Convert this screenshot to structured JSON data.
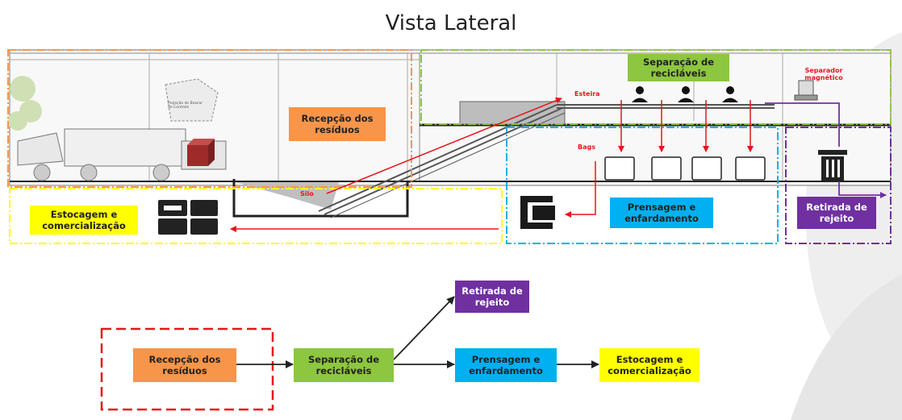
{
  "title": "Vista Lateral",
  "colors": {
    "orange": "#f7954a",
    "green": "#8dc63f",
    "blue": "#00b0f0",
    "purple": "#7030a0",
    "yellow": "#ffff00",
    "red": "#e8141b",
    "dark": "#262626"
  },
  "side_view": {
    "recepcao_label": "Recepção dos resíduos",
    "separacao_label": "Separação de recicláveis",
    "estocagem_label": "Estocagem e comercialização",
    "prensagem_label": "Prensagem e enfardamento",
    "retirada_label": "Retirada de rejeito",
    "esteira_label": "Esteira",
    "bags_label": "Bags",
    "silo_label": "Silo",
    "separador_label": "Separador magnético",
    "note_label": "Projeção do Boxcar de Controle"
  },
  "flow": {
    "recepcao": "Recepção dos resíduos",
    "separacao": "Separação de recicláveis",
    "retirada": "Retirada de rejeito",
    "prensagem": "Prensagem e enfardamento",
    "estocagem": "Estocagem e comercialização"
  }
}
